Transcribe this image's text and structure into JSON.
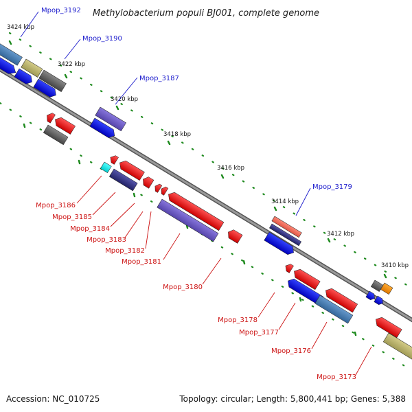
{
  "title": "Methylobacterium populi BJ001, complete genome",
  "footer": {
    "accession": "Accession: NC_010725",
    "topology": "Topology: circular; Length: 5,800,441 bp; Genes: 5,388"
  },
  "ticks": [
    "3424 kbp",
    "3422 kbp",
    "3420 kbp",
    "3418 kbp",
    "3416 kbp",
    "3414 kbp",
    "3412 kbp",
    "3410 kbp"
  ],
  "forward_labels": [
    "Mpop_3192",
    "Mpop_3190",
    "Mpop_3187",
    "Mpop_3179"
  ],
  "reverse_labels": [
    "Mpop_3186",
    "Mpop_3185",
    "Mpop_3184",
    "Mpop_3183",
    "Mpop_3182",
    "Mpop_3181",
    "Mpop_3180",
    "Mpop_3178",
    "Mpop_3177",
    "Mpop_3176",
    "Mpop_3173"
  ],
  "colors": {
    "forward_label": "#1a1acc",
    "reverse_label": "#cc1111",
    "backbone": "#777777",
    "tick": "#1e8a1e"
  }
}
